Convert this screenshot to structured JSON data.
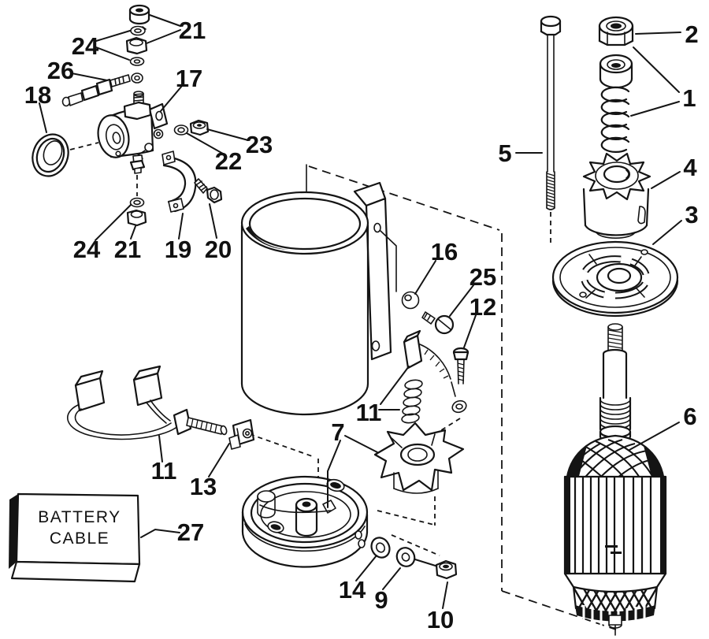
{
  "diagram": {
    "colors": {
      "ink": "#141414",
      "background": "#ffffff"
    },
    "battery_box": {
      "line1": "BATTERY",
      "line2": "CABLE"
    },
    "callouts": {
      "c1": "1",
      "c2": "2",
      "c3": "3",
      "c4": "4",
      "c5": "5",
      "c6": "6",
      "c7": "7",
      "c9": "9",
      "c10": "10",
      "c11_left": "11",
      "c11_right": "11",
      "c12": "12",
      "c13": "13",
      "c14": "14",
      "c16": "16",
      "c17": "17",
      "c18": "18",
      "c19": "19",
      "c20": "20",
      "c21_top": "21",
      "c21_bottom": "21",
      "c22": "22",
      "c23": "23",
      "c24_top": "24",
      "c24_bottom": "24",
      "c25": "25",
      "c26": "26",
      "c27": "27"
    }
  }
}
